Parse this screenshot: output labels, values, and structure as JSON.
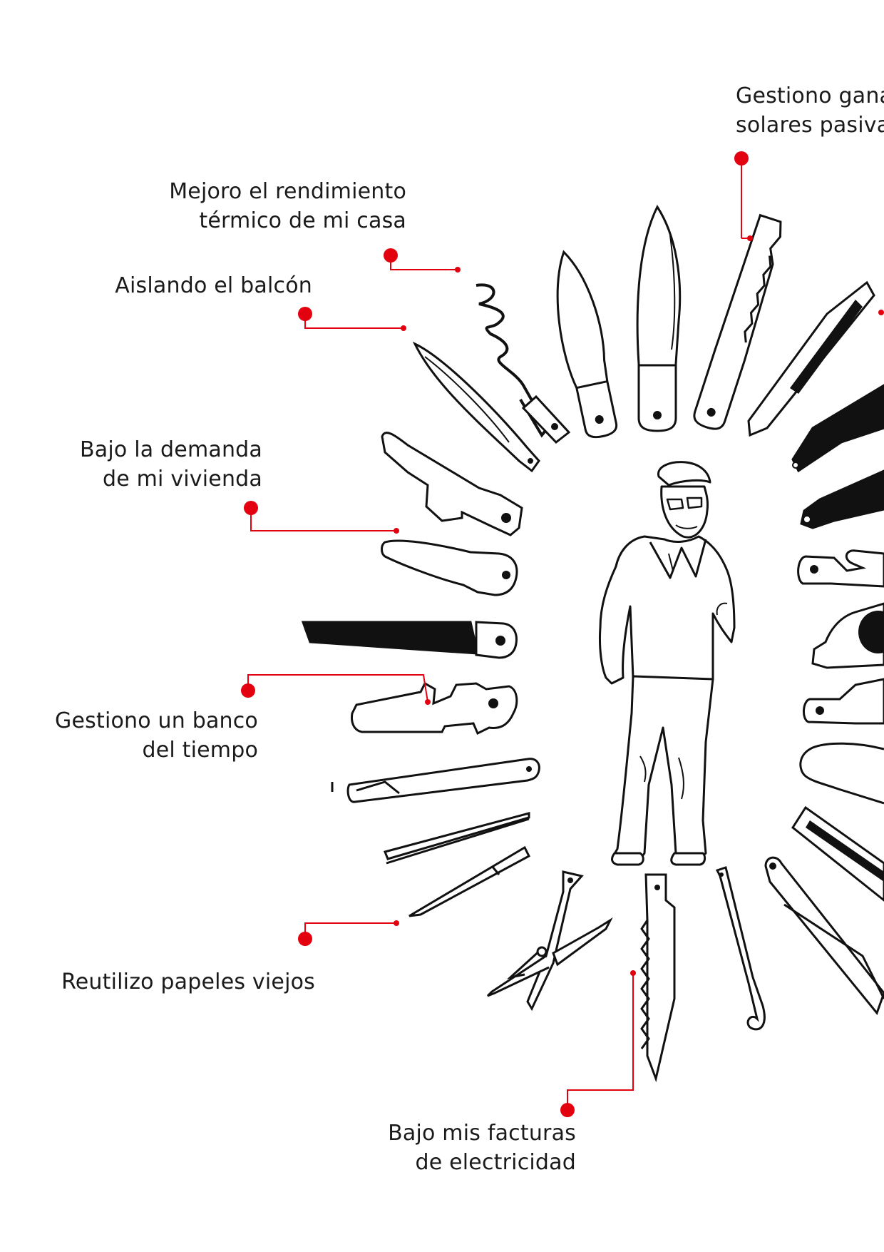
{
  "accent_color": "#e3000f",
  "labels": {
    "ganancias": {
      "lines": [
        "Gestiono ganancias",
        "solares pasivas"
      ]
    },
    "rendimiento": {
      "lines": [
        "Mejoro el rendimiento",
        "térmico de mi casa"
      ]
    },
    "balcon": {
      "lines": [
        "Aislando el balcón"
      ]
    },
    "demanda": {
      "lines": [
        "Bajo la demanda",
        "de mi vivienda"
      ]
    },
    "banco": {
      "lines": [
        "Gestiono un banco",
        "del tiempo"
      ]
    },
    "papeles": {
      "lines": [
        "Reutilizo papeles viejos"
      ]
    },
    "facturas": {
      "lines": [
        "Bajo mis facturas",
        "de electricidad"
      ]
    }
  },
  "icons": {
    "tools": [
      "corkscrew",
      "blade",
      "large-blade",
      "saw-blade",
      "file",
      "can-opener",
      "bottle-opener",
      "scissors",
      "wood-saw",
      "hook",
      "tweezers",
      "toothpick",
      "awl"
    ],
    "figure": "elderly-man"
  }
}
